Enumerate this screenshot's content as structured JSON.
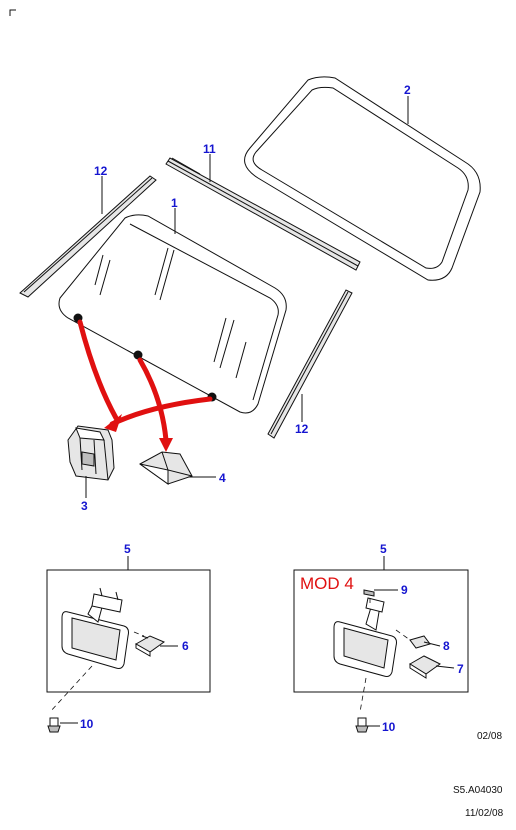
{
  "callouts": {
    "c1": "1",
    "c2": "2",
    "c3": "3",
    "c4": "4",
    "c5a": "5",
    "c5b": "5",
    "c6": "6",
    "c7": "7",
    "c8": "8",
    "c9": "9",
    "c10a": "10",
    "c10b": "10",
    "c11": "11",
    "c12a": "12",
    "c12b": "12"
  },
  "variant_label": "MOD 4",
  "footer": {
    "revision": "02/08",
    "drawing_id": "S5.A04030",
    "date": "11/02/08"
  },
  "colors": {
    "callout": "#1515d0",
    "arrow": "#e01010",
    "variant_label": "#e01010",
    "line": "#111111"
  }
}
